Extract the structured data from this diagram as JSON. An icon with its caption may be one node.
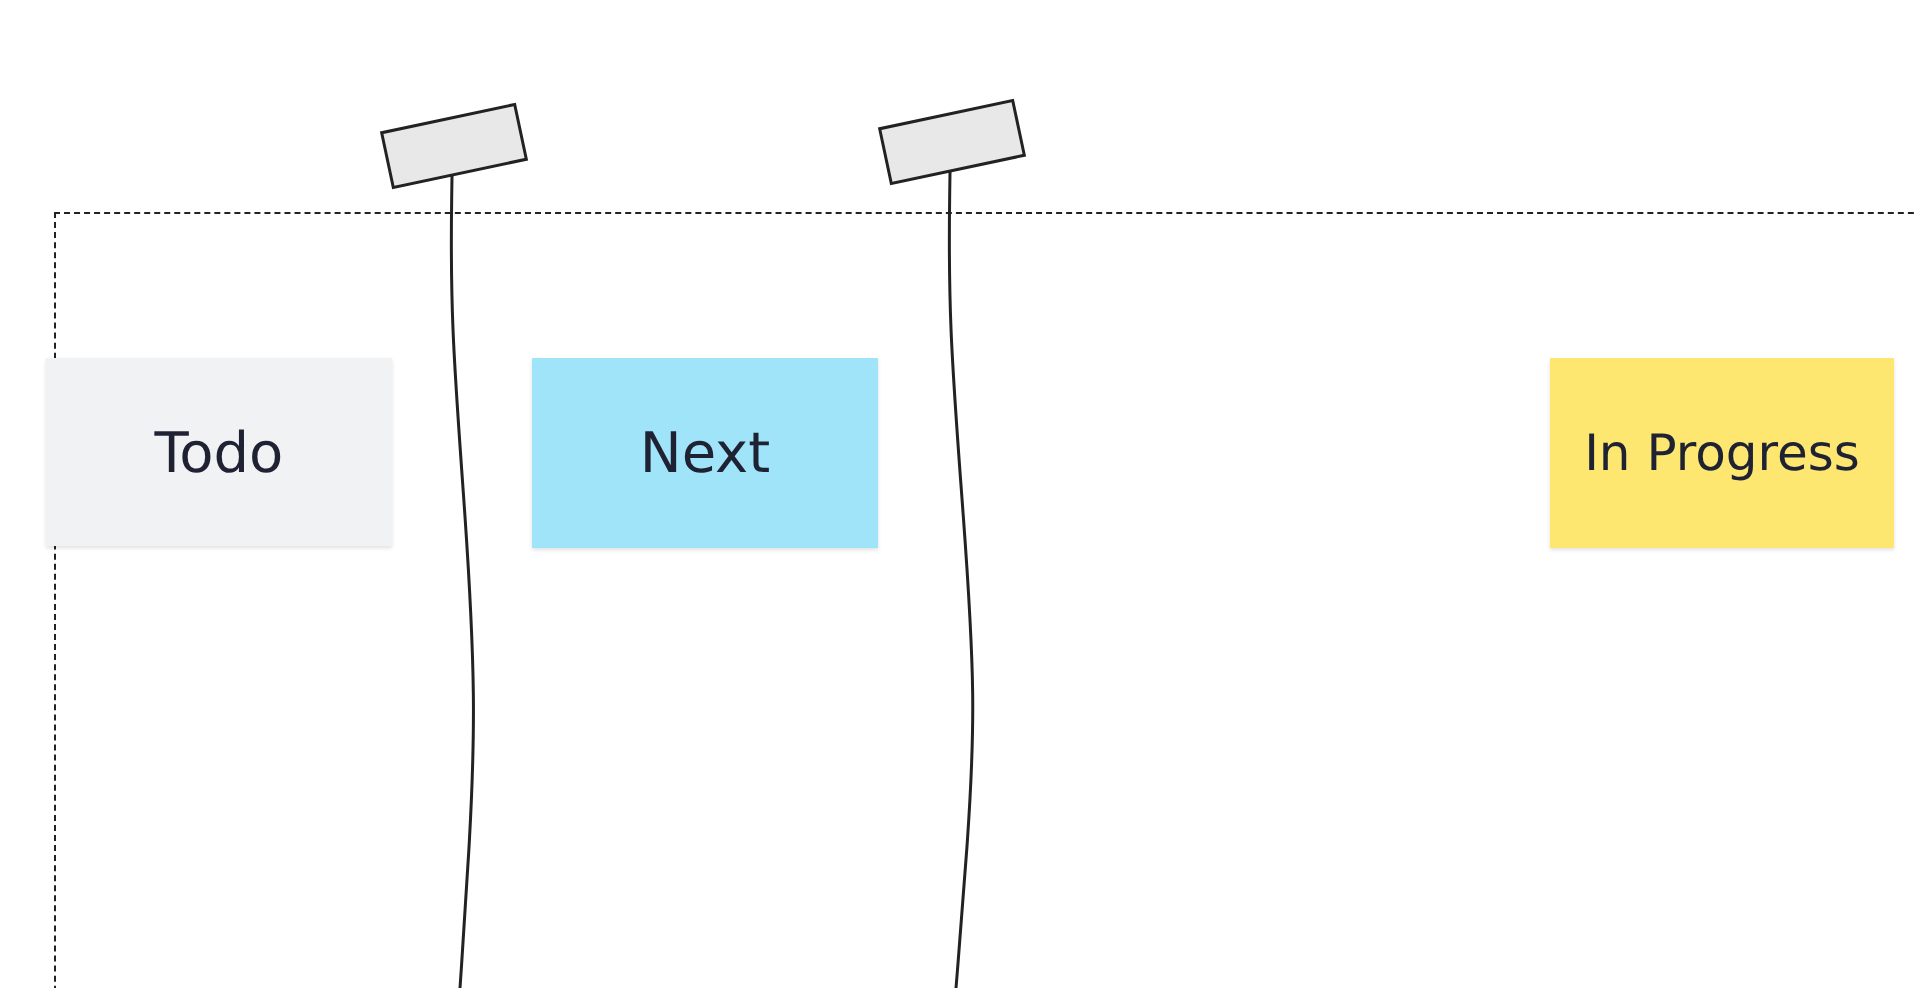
{
  "diagram": {
    "nodes": [
      {
        "text": [],
        "shape": "box"
      },
      {
        "text": [
          "Todo"
        ],
        "in": 0
      },
      {
        "text": [
          "Next"
        ],
        "in": 0
      },
      {
        "text": [
          "In Progress"
        ],
        "in": 0
      }
    ]
  }
}
